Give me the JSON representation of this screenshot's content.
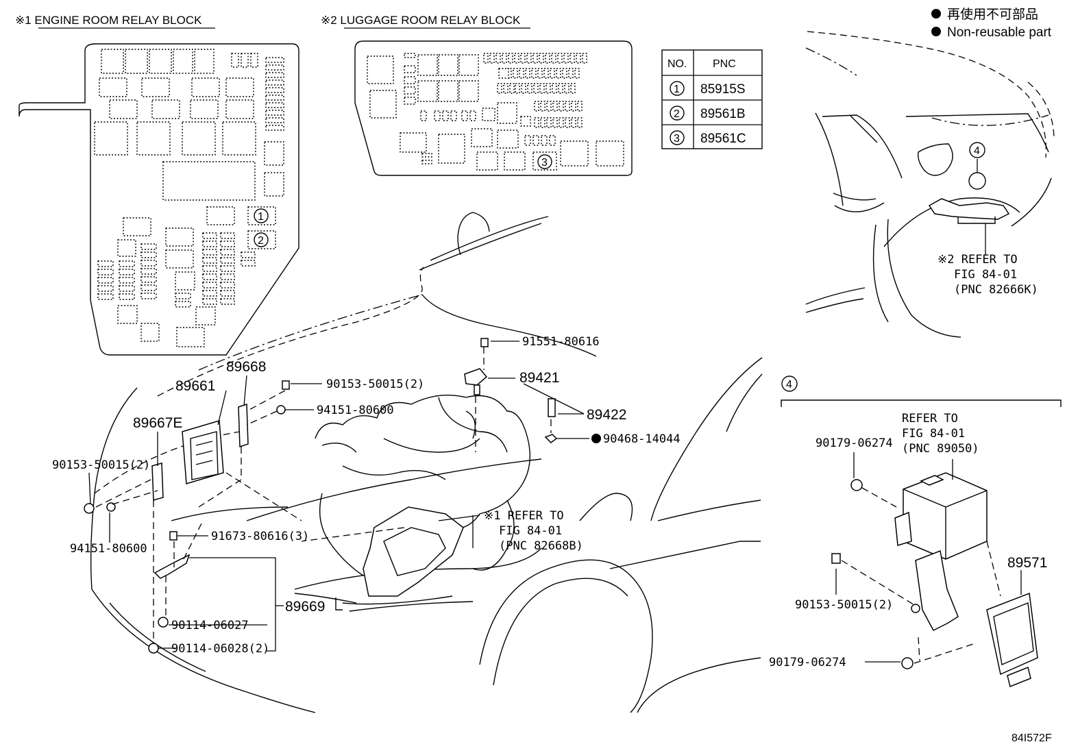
{
  "legend": {
    "jp": "再使用不可部品",
    "en": "Non-reusable part"
  },
  "engine_block": {
    "title": "※1 ENGINE ROOM RELAY BLOCK",
    "marks": [
      "1",
      "2"
    ]
  },
  "luggage_block": {
    "title": "※2 LUGGAGE ROOM RELAY BLOCK",
    "marks": [
      "3"
    ]
  },
  "pnc_table": {
    "headers": [
      "NO.",
      "PNC"
    ],
    "rows": [
      {
        "no": "1",
        "pnc": "85915S"
      },
      {
        "no": "2",
        "pnc": "89561B"
      },
      {
        "no": "3",
        "pnc": "89561C"
      }
    ]
  },
  "rear_view": {
    "callout": "4",
    "refer": [
      "※2 REFER TO",
      "FIG 84-01",
      "(PNC 82666K)"
    ]
  },
  "main_labels": {
    "p91551": "91551-80616",
    "p89421": "89421",
    "p89422": "89422",
    "p90468": "90468-14044",
    "p90153a": "90153-50015(2)",
    "p94151a": "94151-80600",
    "p89668": "89668",
    "p89661": "89661",
    "p89667e": "89667E",
    "p90153b": "90153-50015(2)",
    "p94151b": "94151-80600",
    "p91673": "91673-80616(3)",
    "p89669": "89669",
    "p90114a": "90114-06027",
    "p90114b": "90114-06028(2)",
    "refer1": [
      "※1 REFER TO",
      "FIG 84-01",
      "(PNC 82668B)"
    ]
  },
  "detail4": {
    "callout": "4",
    "refer": [
      "REFER TO",
      "FIG 84-01",
      "(PNC 89050)"
    ],
    "p90179a": "90179-06274",
    "p89571": "89571",
    "p90153": "90153-50015(2)",
    "p90179b": "90179-06274"
  },
  "figure_code": "84I572F"
}
